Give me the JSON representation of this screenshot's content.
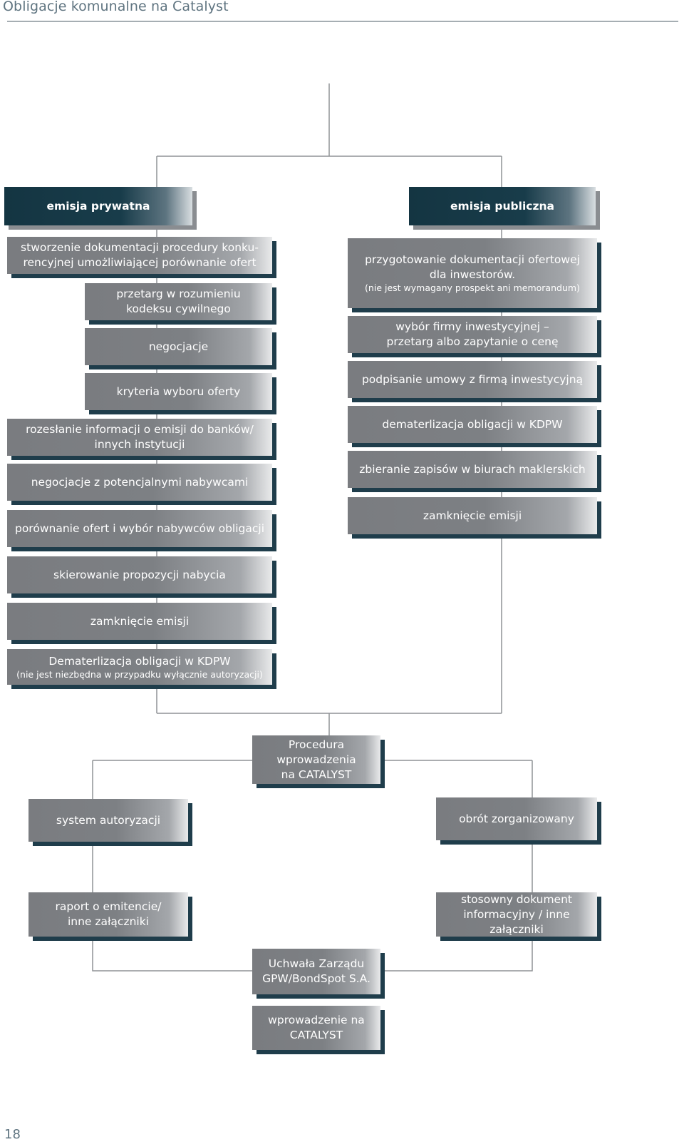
{
  "header": {
    "title": "Obligacje komunalne na Catalyst"
  },
  "footer": {
    "page_number": "18"
  },
  "private": {
    "title": "emisja prywatna",
    "steps": [
      {
        "text": "stworzenie dokumentacji procedury konku-\nrencyjnej umożliwiającej porównanie ofert"
      },
      {
        "text": "przetarg w rozumieniu\nkodeksu cywilnego"
      },
      {
        "text": "negocjacje"
      },
      {
        "text": "kryteria wyboru oferty"
      },
      {
        "text": "rozesłanie informacji o emisji do banków/\ninnych instytucji"
      },
      {
        "text": "negocjacje z potencjalnymi nabywcami"
      },
      {
        "text": "porównanie ofert i wybór nabywców obligacji"
      },
      {
        "text": "skierowanie propozycji nabycia"
      },
      {
        "text": "zamknięcie emisji"
      },
      {
        "text": "Dematerlizacja obligacji w KDPW",
        "note": "(nie jest niezbędna w przypadku wyłącznie autoryzacji)"
      }
    ]
  },
  "public": {
    "title": "emisja publiczna",
    "steps": [
      {
        "text": "przygotowanie dokumentacji ofertowej\ndla inwestorów.",
        "note": "(nie jest wymagany prospekt ani memorandum)"
      },
      {
        "text": "wybór firmy inwestycyjnej –\nprzetarg albo zapytanie o cenę"
      },
      {
        "text": "podpisanie umowy z firmą inwestycyjną"
      },
      {
        "text": "dematerlizacja obligacji w KDPW"
      },
      {
        "text": "zbieranie zapisów w biurach maklerskich"
      },
      {
        "text": "zamknięcie emisji"
      }
    ]
  },
  "procedure": {
    "title": "Procedura\nwprowadzenia\nna CATALYST",
    "left": {
      "title": "system autoryzacji",
      "doc": "raport o emitencie/\ninne załączniki"
    },
    "right": {
      "title": "obrót zorganizowany",
      "doc": "stosowny dokument\ninformacyjny / inne\nzałączniki"
    },
    "resolution": "Uchwała Zarządu\nGPW/BondSpot S.A.",
    "final": "wprowadzenie na\nCATALYST"
  }
}
